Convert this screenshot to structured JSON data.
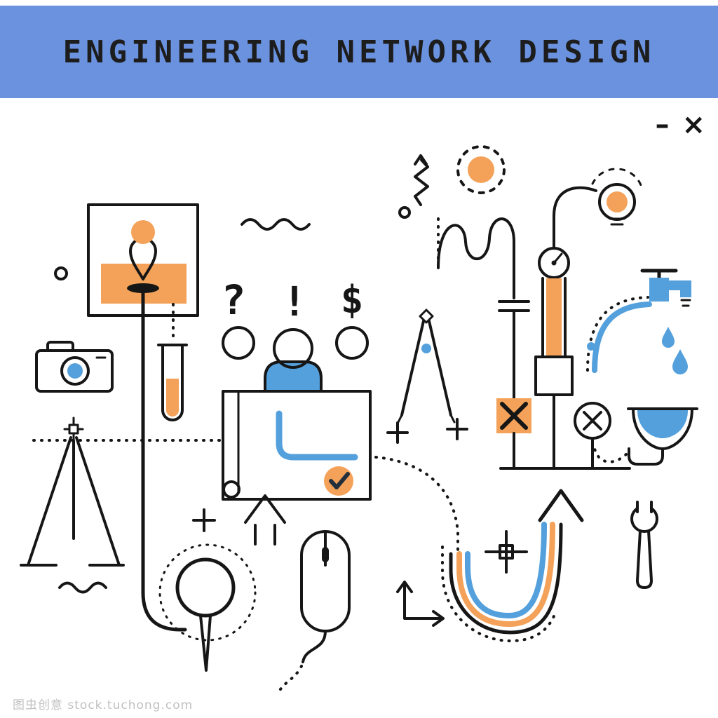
{
  "banner": {
    "title": "ENGINEERING NETWORK DESIGN",
    "background": "#6b92df"
  },
  "window_controls": {
    "minimize": "–",
    "close": "×"
  },
  "symbols": {
    "question": "?",
    "exclamation": "!",
    "dollar": "$"
  },
  "watermark": {
    "text": "图虫创意 stock.tuchong.com"
  },
  "palette": {
    "banner_blue": "#6b92df",
    "accent_blue": "#54a0dc",
    "accent_orange": "#f4a259",
    "line_black": "#161616",
    "check_dark": "#23303c"
  },
  "illustration": {
    "description": "Flat thin-line engineering concept illustration with icons connected by solid, dashed and colored lines",
    "elements": [
      "framed-map-pin",
      "camera",
      "tripod",
      "test-tube",
      "magnifier",
      "blueprint-scroll",
      "person",
      "question-mark",
      "exclamation-mark",
      "dollar-sign",
      "drafting-compass",
      "computer-mouse",
      "up-arrow",
      "corner-arrows",
      "zigzag-arrow",
      "sun",
      "light-bulb",
      "pressure-gauge",
      "lightning-box",
      "x-box",
      "water-tap",
      "water-drops",
      "sink-trap",
      "blocked-valve",
      "flow-channel-arrow",
      "crosshair",
      "wrench",
      "wave-lines",
      "plus-signs"
    ]
  }
}
